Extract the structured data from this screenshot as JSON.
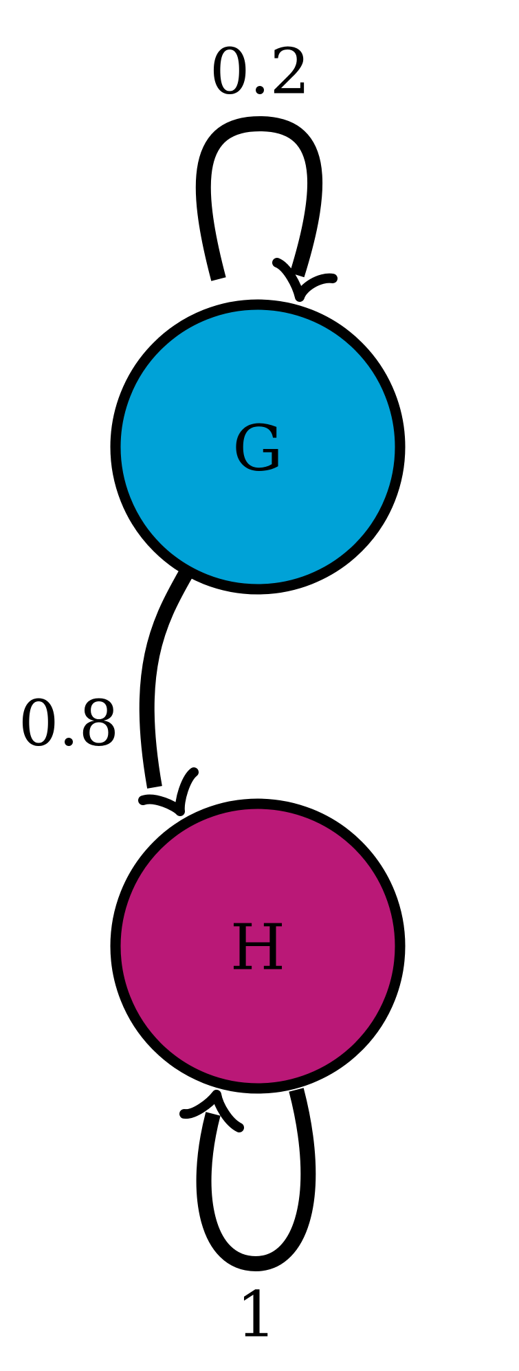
{
  "nodes": [
    {
      "id": "G",
      "label": "G",
      "color": "#00A2D7"
    },
    {
      "id": "H",
      "label": "H",
      "color": "#BA1877"
    }
  ],
  "edges": [
    {
      "from": "G",
      "to": "G",
      "label": "0.2"
    },
    {
      "from": "G",
      "to": "H",
      "label": "0.8"
    },
    {
      "from": "H",
      "to": "H",
      "label": "1"
    }
  ]
}
